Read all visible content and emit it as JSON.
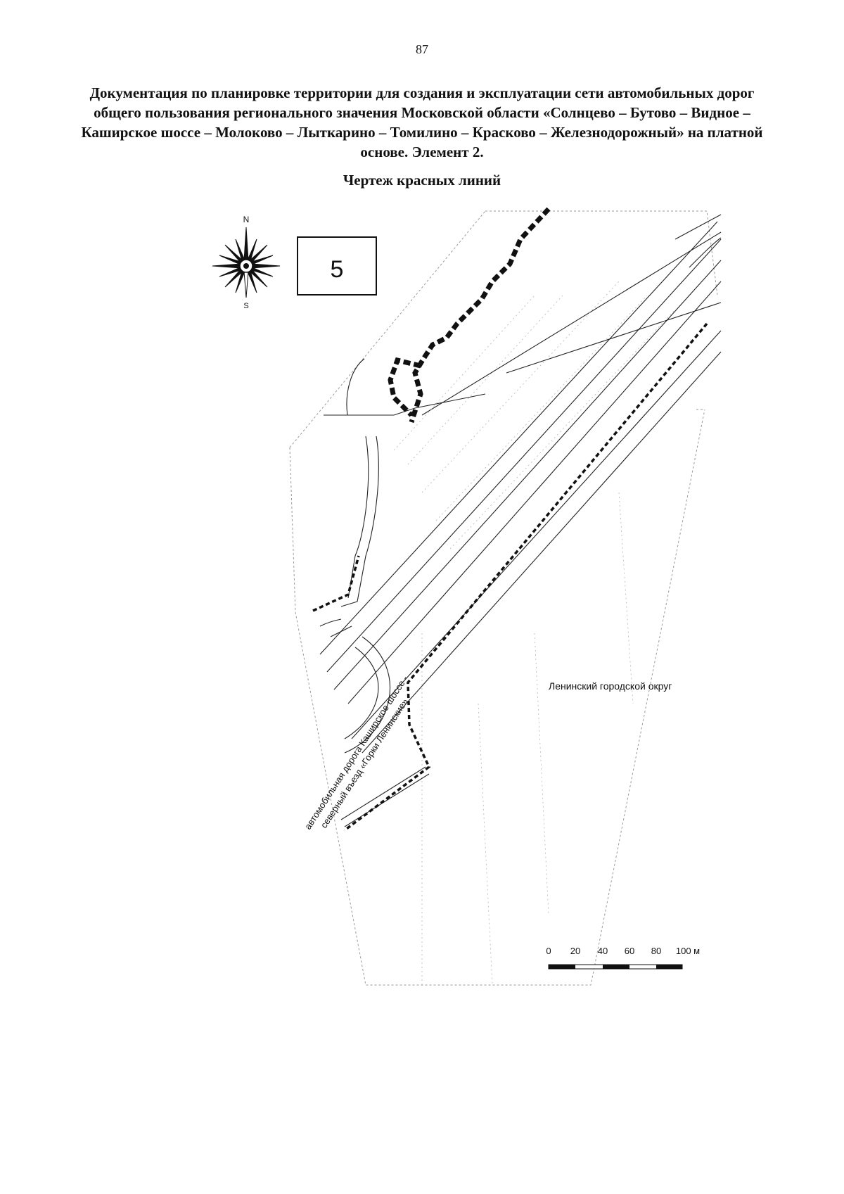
{
  "page_number": "87",
  "document_title": "Документация по планировке территории для создания и эксплуатации сети автомобильных дорог общего пользования регионального значения Московской области «Солнцево – Бутово – Видное – Каширское шоссе – Молоково – Лыткарино – Томилино – Красково – Железнодорожный» на платной основе. Элемент 2.",
  "document_subtitle": "Чертеж красных линий",
  "compass": {
    "north_label": "N",
    "south_label": "S"
  },
  "sheet_number": "5",
  "map_labels": {
    "district": "Ленинский городской округ",
    "road_line1": "автомобильная дорога Каширское шоссе -",
    "road_line2": "северный въезд «Горки Ленинские»"
  },
  "scale_bar": {
    "ticks": [
      "0",
      "20",
      "40",
      "60",
      "80",
      "100 м"
    ]
  },
  "colors": {
    "ink": "#111111",
    "faint_line": "#9a9a9a"
  }
}
